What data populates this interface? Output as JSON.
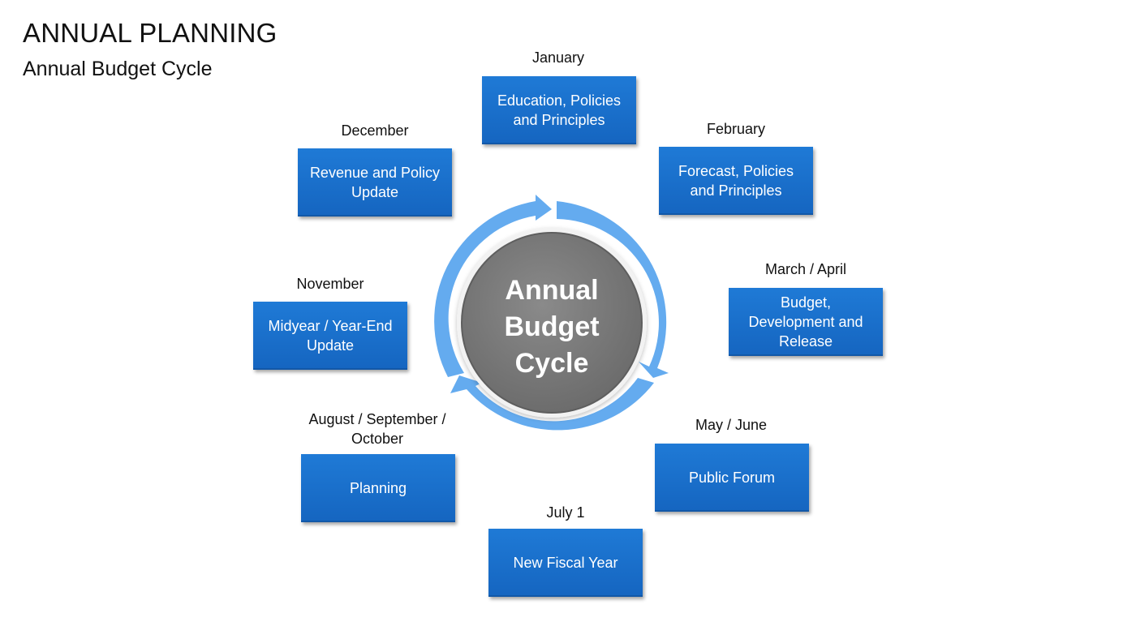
{
  "header": {
    "title": "ANNUAL PLANNING",
    "subtitle": "Annual Budget Cycle"
  },
  "center": {
    "label": "Annual\nBudget\nCycle"
  },
  "colors": {
    "box": "#1565c0",
    "arrow": "#64abef",
    "center_circle": "#7a7a7a"
  },
  "steps": [
    {
      "month": "January",
      "label": "Education, Policies and Principles"
    },
    {
      "month": "February",
      "label": "Forecast, Policies and Principles"
    },
    {
      "month": "March / April",
      "label": "Budget, Development and Release"
    },
    {
      "month": "May / June",
      "label": "Public Forum"
    },
    {
      "month": "July 1",
      "label": "New Fiscal Year"
    },
    {
      "month": "August / September / October",
      "label": "Planning"
    },
    {
      "month": "November",
      "label": "Midyear / Year-End Update"
    },
    {
      "month": "December",
      "label": "Revenue and Policy Update"
    }
  ]
}
